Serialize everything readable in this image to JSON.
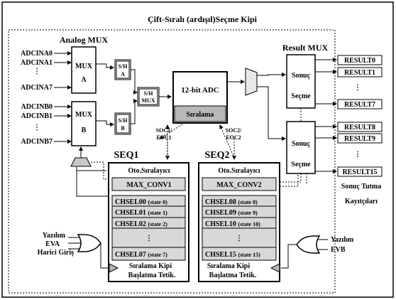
{
  "title": "Çift-Sıralı (ardışıl)Seçme Kipi",
  "analog_mux_label": "Analog MUX",
  "result_mux_label": "Result MUX",
  "inputs_a": [
    "ADCINA0",
    "ADCINA1",
    "ADCINA7"
  ],
  "inputs_b": [
    "ADCINB0",
    "ADCINB1",
    "ADCINB7"
  ],
  "mux_a": {
    "line1": "MUX",
    "line2": "A"
  },
  "mux_b": {
    "line1": "MUX",
    "line2": "B"
  },
  "sh_a": {
    "line1": "S/H",
    "line2": "A"
  },
  "sh_b": {
    "line1": "S/H",
    "line2": "B"
  },
  "sh_mux": {
    "line1": "S/H",
    "line2": "MUX"
  },
  "adc": {
    "title": "12-bit ADC",
    "sub": "Sıralama"
  },
  "soc_left": {
    "line1": "SOC1/",
    "line2": "EOC1"
  },
  "soc_right": {
    "line1": "SOC2/",
    "line2": "EOC2"
  },
  "seq1": {
    "label": "SEQ1",
    "header": "Oto.Sıralayıcı",
    "max": "MAX_CONV1",
    "chsel": [
      {
        "name": "CHSEL00",
        "state": "(state 0)"
      },
      {
        "name": "CHSEL01",
        "state": "(state 1)"
      },
      {
        "name": "CHSEL02",
        "state": "(state 2)"
      },
      {
        "name": "CHSEL07",
        "state": "(state 7)"
      }
    ],
    "trigger": {
      "line1": "Sıralama Kipi",
      "line2": "Başlatma Tetik."
    }
  },
  "seq2": {
    "label": "SEQ2",
    "header": "Oto.Sıralayıcı",
    "max": "MAX_CONV2",
    "chsel": [
      {
        "name": "CHSEL08",
        "state": "(state 8)"
      },
      {
        "name": "CHSEL09",
        "state": "(state 9)"
      },
      {
        "name": "CHSEL10",
        "state": "(state 10)"
      },
      {
        "name": "CHSEL15",
        "state": "(state 15)"
      }
    ],
    "trigger": {
      "line1": "Sıralama Kipi",
      "line2": "Başlatma Tetik."
    }
  },
  "sonuc_top": {
    "line1": "Sonuç",
    "line2": "Seçme"
  },
  "sonuc_bottom": {
    "line1": "Sonuç",
    "line2": "Seçme"
  },
  "results_top": [
    "RESULT0",
    "RESULT1",
    "RESULT7"
  ],
  "results_bottom": [
    "RESULT8",
    "RESULT9",
    "RESULT15"
  ],
  "result_caption": {
    "line1": "Sonuç Tutma",
    "line2": "Kayıtçıları"
  },
  "gate_left": {
    "line1": "Yazılım",
    "line2": "EVA",
    "line3": "Harici  Giriş"
  },
  "gate_right": {
    "line1": "Yazılım",
    "line2": "EVB"
  }
}
